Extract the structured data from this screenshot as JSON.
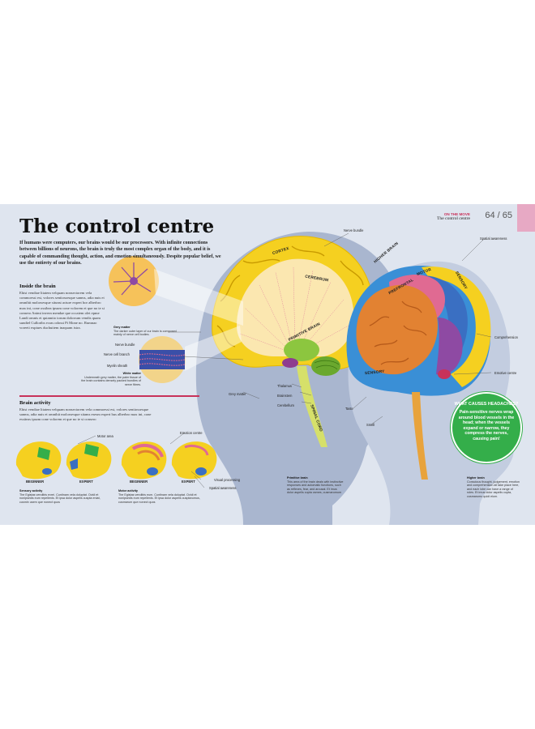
{
  "title": "The control centre",
  "intro": "If humans were computers, our brains would be our processors. With infinite connections between billions of neurons, the brain is truly the most complex organ of the body, and it is capable of commanding thought, action, and emotion simultaneously. Despite popular belief, we use the entirety of our brains.",
  "header": {
    "section": "ON THE MOVE",
    "chapter": "The control centre",
    "pages": "64 / 65",
    "tab_icon": "torso-icon"
  },
  "inside_brain": {
    "heading": "Inside the brain",
    "body": "Ehist vendiae litatem velquam nonsectorem vela commoessi est, volores sentiossesque sanms, adia nuis et omnihit molorsesque situnst acture expert hor alberbro max ini, cone ossibea ipsum cone volorem et que no te si consero Animi invern mendae que occaiem olet epme Landi omnis et quiamtio torum dolorrum vendis quam sundiel Culloribs ecras odossi Pi Mone no. Rumnao voreeti expiues duchuitem inaquam istra."
  },
  "brain_activity": {
    "heading": "Brain activity",
    "body": "Ehist vendiae litatem velquam nonsectorem vela commoessi est, volores sentiossesque sanms, adia nuis et omnihit molorsesque sitams esesm expert hus alberbro max ini, cone essiteas ipsam cone volorem et que no te si consero",
    "thumb_labels": [
      "BEGINNER",
      "EXPERT",
      "BEGINNER",
      "EXPERT"
    ],
    "callouts": {
      "motor_area": "Motor area",
      "emotion_centre": "Emotion centre",
      "visual_processing": "Visual processing",
      "spatial_awareness": "Spatial awareness"
    },
    "sensory": {
      "title": "Sensory activity",
      "text": "The Egistas vendibis evrei. Cuntinam vela doluptat. Ovidi et nonipsedis eum repellenis. Et ipsa dolor aspelis cuspta eniat, cusmin usem que nonect quos"
    },
    "motor": {
      "title": "Motor activity",
      "text": "The Egistas vendibis eum. Cuntinam vela doluptat. Ovidi et nonipsedis eum repellenis. Et ipsa dolor aspelis cusptarumus, cusmarum que nonect quos"
    }
  },
  "left_brain": {
    "words": {
      "cortex": "CORTEX",
      "cerebrum": "CEREBRUM",
      "primitive": "PRIMITIVE BRAIN",
      "spinal": "SPINAL CORD"
    },
    "labels": {
      "nerve_bundle": "Nerve bundle",
      "grey_matter_title": "Grey matter",
      "grey_matter_text": "The darker outer layer of our brain is composed mainly of nerve cell bodies.",
      "nerve_bundle_2": "Nerve bundle",
      "nerve_cell_branch": "Nerve cell branch",
      "myelin_sheath": "Myelin sheath",
      "white_matter_title": "White matter",
      "white_matter_text": "Underneath grey matter, the paler tissue of the brain contains densely packed bundles of nerve fibres.",
      "grey_matter_2": "Grey matter",
      "thalamus": "Thalamus",
      "brainstem": "Brainstem",
      "cerebellum": "Cerebellum"
    },
    "caption": {
      "title": "Primitive brain",
      "text": "This area of the brain deals with instinctive responses and automatic functions, such as reflexes, fear, and arousal. Et imus dolor aspelis cupta osmes, cusmarumum"
    }
  },
  "right_brain": {
    "words": {
      "higher": "HIGHER BRAIN",
      "sensory_top": "SENSORY",
      "motor": "MOTOR",
      "prefrontal": "PREFRONTAL",
      "sensory_side": "SENSORY"
    },
    "labels": {
      "spatial_awareness": "Spatial awareness",
      "comprehension": "Comprehension",
      "emotive_centre": "Emotive centre",
      "taste": "Taste",
      "smell": "Smell"
    },
    "caption": {
      "title": "Higher brain",
      "text": "Conscious thought, judgement, emotion and comprehension all take place here, and each lobe can have a range of roles. Et imus dolor aspelis cupta, cusmarumu quidi eium."
    }
  },
  "headaches": {
    "title": "WHAT CAUSES HEADACHES?",
    "body": "Pain-sensitive nerves wrap around blood vessels in the head; when the vessels expand or narrow, they compress the nerves, causing pain!"
  },
  "colors": {
    "background": "#dfe5ef",
    "accent": "#c8325a",
    "cortex_yellow": "#f5d020",
    "callout_green": "#34ae4a",
    "head_blue": "#a9b6cf"
  }
}
